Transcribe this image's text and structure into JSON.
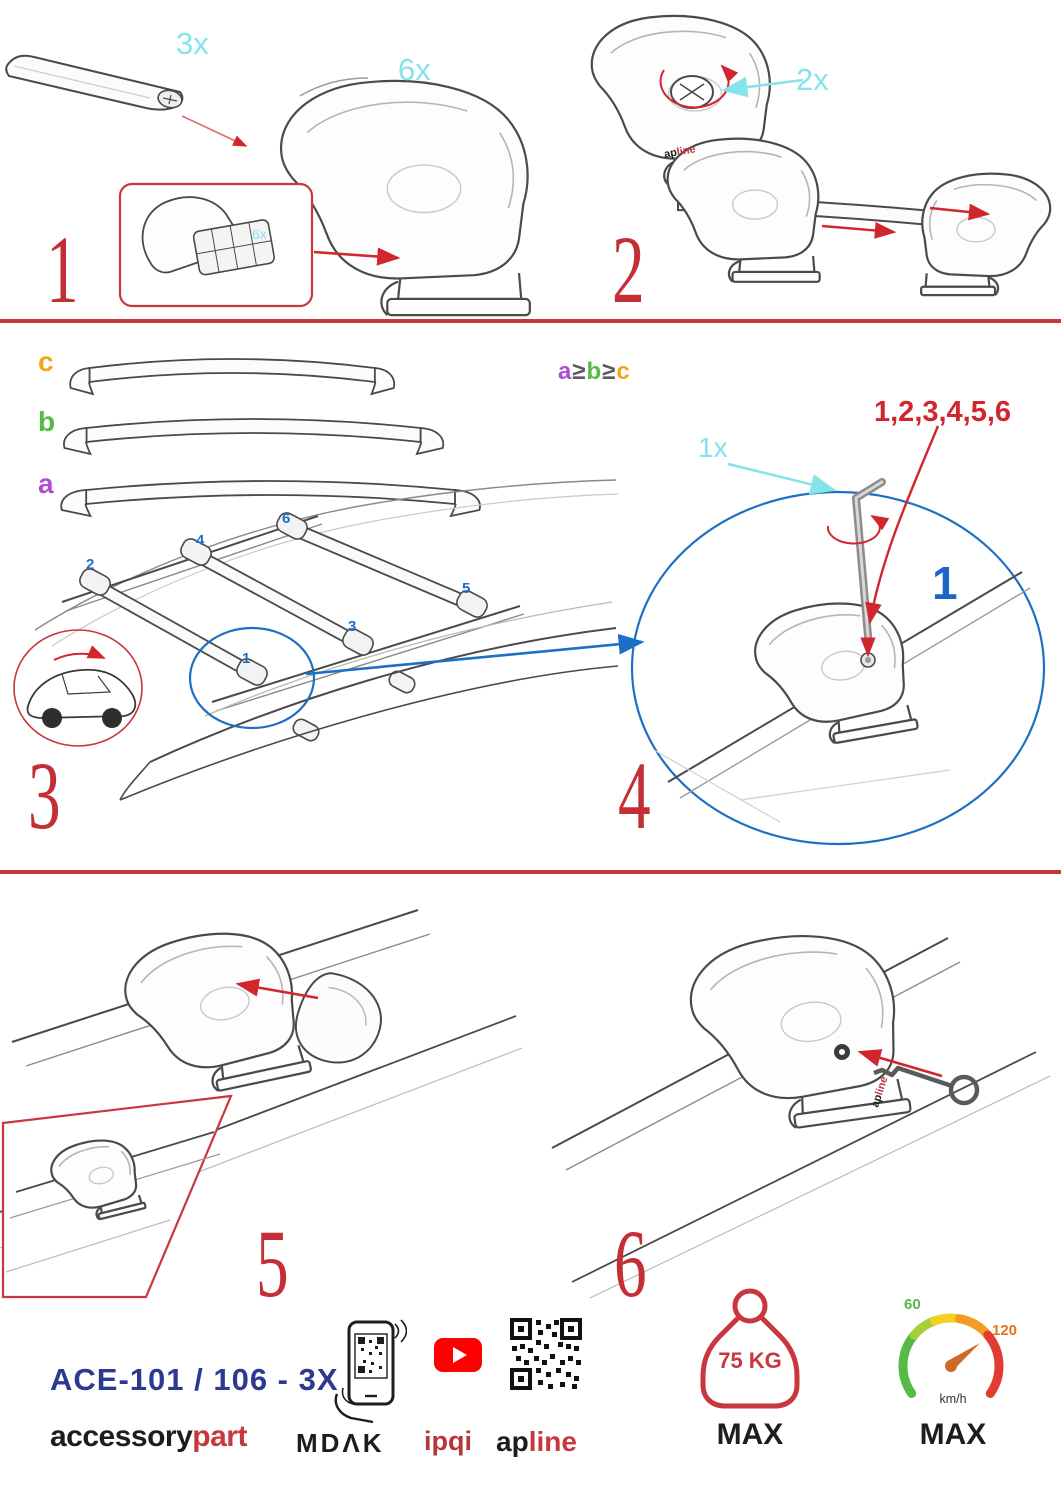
{
  "colors": {
    "accent_red": "#c8373e",
    "arrow_red": "#d2262e",
    "cyan": "#85e3ec",
    "blue": "#1d6fc4",
    "navy": "#2b3a90",
    "purple": "#a94fd0",
    "green": "#59b947",
    "orange": "#f2a71b"
  },
  "step1": {
    "number": "1",
    "bar_qty": "3x",
    "foot_qty": "6x",
    "pad_qty": "6x"
  },
  "step2": {
    "number": "2",
    "knob_qty": "2x"
  },
  "step3": {
    "number": "3",
    "bar_label_c": "c",
    "bar_label_b": "b",
    "bar_label_a": "a",
    "order_a": "a",
    "order_ge1": "≥",
    "order_b": "b",
    "order_ge2": "≥",
    "order_c": "c",
    "positions": [
      "1",
      "2",
      "3",
      "4",
      "5",
      "6"
    ]
  },
  "step4": {
    "number": "4",
    "key_qty": "1x",
    "sequence": "1,2,3,4,5,6",
    "start_position": "1"
  },
  "step5": {
    "number": "5"
  },
  "step6": {
    "number": "6"
  },
  "logo_small": {
    "black": "ap",
    "red": "line"
  },
  "icons": {
    "video": "youtube-icon",
    "qr": "qr-code-icon",
    "scan": "phone-qr-scan-icon",
    "weight": "weight-icon",
    "speed": "speedometer-icon"
  },
  "footer": {
    "model": "ACE-101 / 106 - 3X",
    "brand_accessory": "accessory",
    "brand_part": "part",
    "brand_mdak": "MDΛK",
    "brand_ipqi": "ipqi",
    "brand_ap": "ap",
    "brand_line": "line",
    "weight_value": "75 KG",
    "weight_max": "MAX",
    "speed_low": "60",
    "speed_high": "120",
    "speed_unit": "km/h",
    "speed_max": "MAX"
  }
}
